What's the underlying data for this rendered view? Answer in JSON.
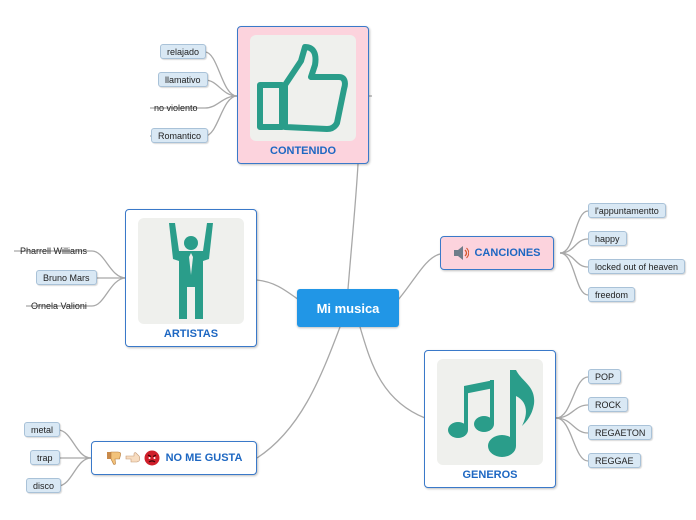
{
  "central": {
    "label": "Mi musica"
  },
  "branches": {
    "contenido": {
      "title": "CONTENIDO",
      "icon": "thumbs-up-icon",
      "children": [
        "relajado",
        "llamativo",
        "no violento",
        "Romantico"
      ]
    },
    "artistas": {
      "title": "ARTISTAS",
      "icon": "person-arms-up-icon",
      "children": [
        "Pharrell Williams",
        "Bruno Mars",
        "Ornela Valioni"
      ]
    },
    "canciones": {
      "title": "CANCIONES",
      "icon": "speaker-icon",
      "children": [
        "l'appuntamentto",
        "happy",
        "locked out of heaven",
        "freedom"
      ]
    },
    "generos": {
      "title": "GENEROS",
      "icon": "music-notes-icon",
      "children": [
        "POP",
        "ROCK",
        "REGAETON",
        "REGGAE"
      ]
    },
    "no_me_gusta": {
      "title": "NO ME GUSTA",
      "icons": [
        "thumbs-down-icon",
        "pointing-left-icon",
        "angry-face-icon"
      ],
      "children": [
        "metal",
        "trap",
        "disco"
      ]
    }
  },
  "colors": {
    "central": "#2196e6",
    "topic_border": "#3a79c9",
    "topic_text": "#1d67c2",
    "pink_fill": "#fcd3dd",
    "subtopic_fill": "#d9e8f4",
    "icon_teal": "#2a9d8a",
    "connector": "#a0a0a0"
  }
}
